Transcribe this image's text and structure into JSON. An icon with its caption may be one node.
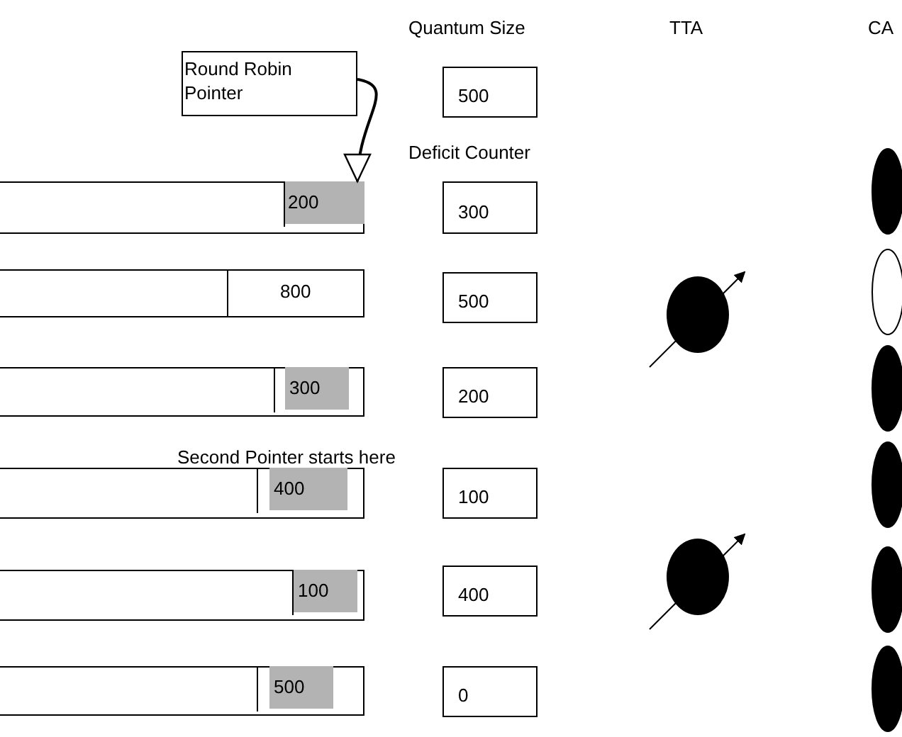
{
  "diagram": {
    "nodes": [
      {
        "text": [
          "Round Robin Pointer"
        ]
      },
      {
        "text": [
          "500"
        ]
      },
      {
        "text": [
          "200"
        ]
      },
      {
        "text": [
          "300"
        ]
      },
      {
        "text": [],
        "shape": "ellipse"
      },
      {
        "text": [
          "800"
        ]
      },
      {
        "text": [
          "500"
        ]
      },
      {
        "text": [],
        "shape": "circle"
      },
      {
        "text": [],
        "shape": "ellipse"
      },
      {
        "text": [
          "300"
        ]
      },
      {
        "text": [
          "200"
        ]
      },
      {
        "text": [],
        "shape": "ellipse"
      },
      {
        "text": [
          "400"
        ]
      },
      {
        "text": [
          "100"
        ]
      },
      {
        "text": [],
        "shape": "ellipse"
      },
      {
        "text": [
          "100"
        ]
      },
      {
        "text": [
          "400"
        ]
      },
      {
        "text": [],
        "shape": "circle"
      },
      {
        "text": [],
        "shape": "ellipse"
      },
      {
        "text": [
          "500"
        ]
      },
      {
        "text": [
          "0"
        ]
      },
      {
        "text": [],
        "shape": "ellipse"
      }
    ],
    "edges": [
      {
        "from": 0,
        "to": 2,
        "arrow": "to"
      }
    ],
    "labels": [
      "Quantum Size",
      "TTA",
      "CA",
      "Deficit Counter",
      "Second Pointer starts here"
    ]
  }
}
